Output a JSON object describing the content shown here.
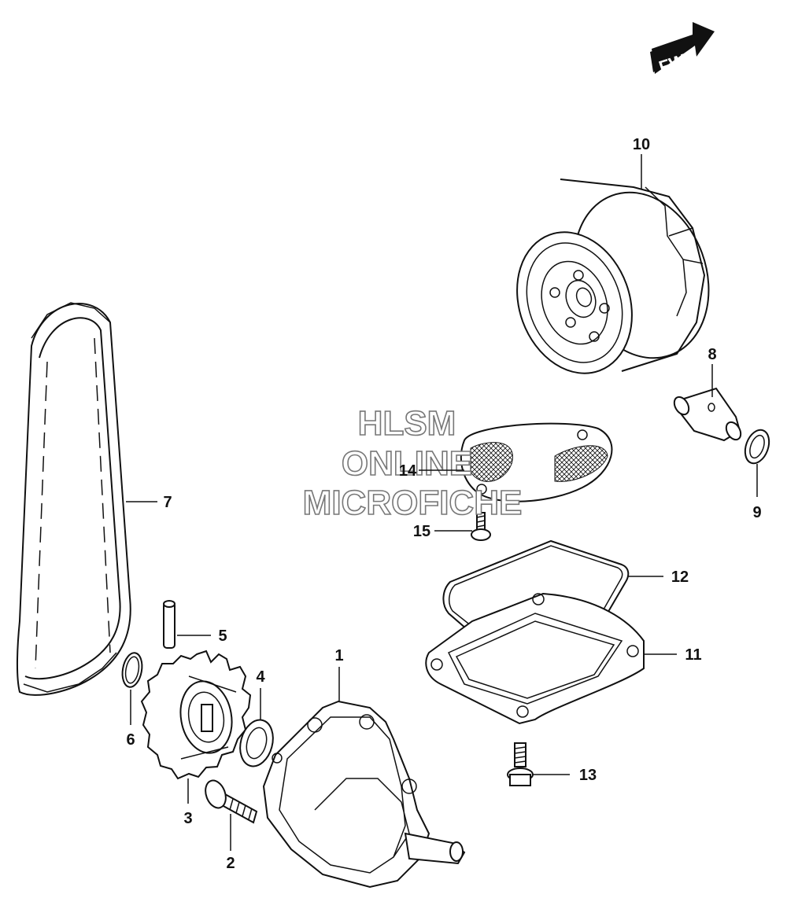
{
  "direction_badge": "FWD",
  "watermark": {
    "line1": "HLSM",
    "line2": "ONLINE",
    "line3": "MICROFICHE"
  },
  "callouts": [
    {
      "id": "1",
      "text": "1"
    },
    {
      "id": "2",
      "text": "2"
    },
    {
      "id": "3",
      "text": "3"
    },
    {
      "id": "4",
      "text": "4"
    },
    {
      "id": "5",
      "text": "5"
    },
    {
      "id": "6",
      "text": "6"
    },
    {
      "id": "7",
      "text": "7"
    },
    {
      "id": "8",
      "text": "8"
    },
    {
      "id": "9",
      "text": "9"
    },
    {
      "id": "10",
      "text": "10"
    },
    {
      "id": "11",
      "text": "11"
    },
    {
      "id": "12",
      "text": "12"
    },
    {
      "id": "13",
      "text": "13"
    },
    {
      "id": "14",
      "text": "14"
    },
    {
      "id": "15",
      "text": "15"
    }
  ],
  "colors": {
    "line": "#111111",
    "watermark_outline": "#777777",
    "badge": "#111111"
  }
}
